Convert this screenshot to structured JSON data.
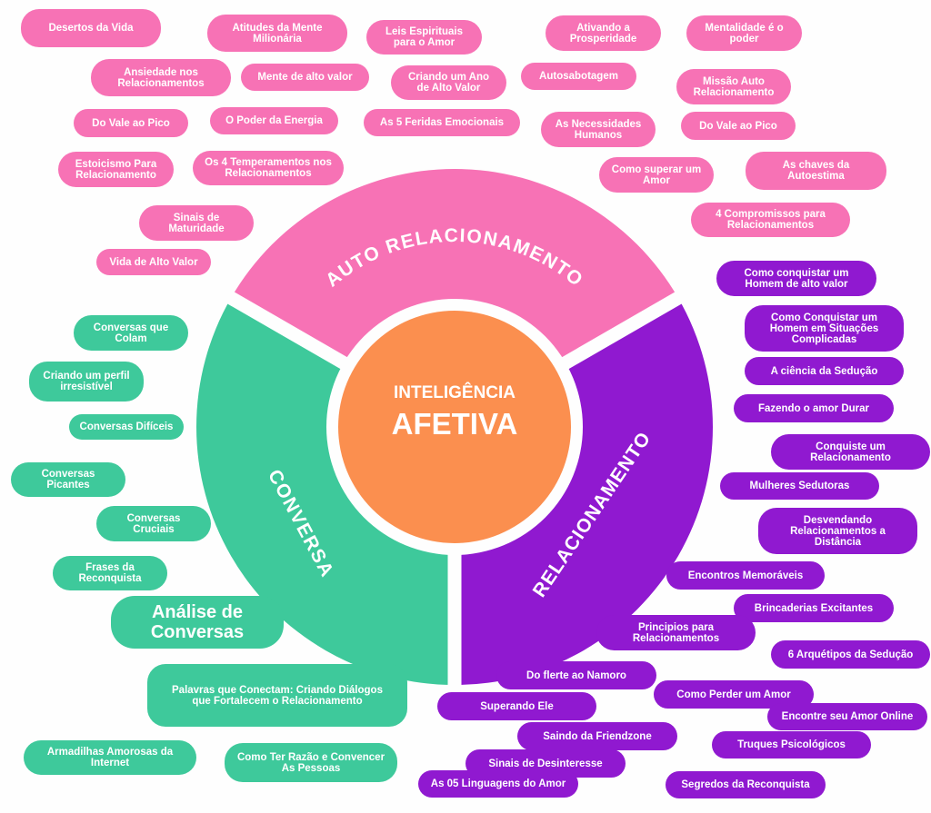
{
  "center": {
    "line1": "INTELIGÊNCIA",
    "line2": "AFETIVA"
  },
  "colors": {
    "pink": "#f772b5",
    "teal": "#3ec99b",
    "purple": "#9019d0",
    "orange": "#fb8f4f"
  },
  "sections": [
    {
      "label": "AUTO RELACIONAMENTO",
      "color": "pink",
      "items": [
        "Desertos da Vida",
        "Atitudes da Mente\nMilionária",
        "Leis Espirituais\npara o Amor",
        "Ativando a\nProsperidade",
        "Mentalidade é o\npoder",
        "Ansiedade nos\nRelacionamentos",
        "Mente de alto valor",
        "Criando um Ano\nde Alto Valor",
        "Autosabotagem",
        "Missão Auto\nRelacionamento",
        "Do Vale ao Pico",
        "O Poder da Energia",
        "As 5 Feridas Emocionais",
        "As Necessidades\nHumanos",
        "Do Vale ao Pico",
        "Estoicismo Para\nRelacionamento",
        "Os 4 Temperamentos nos\nRelacionamentos",
        "Como superar um\nAmor",
        "As chaves da\nAutoestima",
        "Sinais de\nMaturidade",
        "4 Compromissos para\nRelacionamentos",
        "Vida de Alto Valor"
      ]
    },
    {
      "label": "CONVERSA",
      "color": "teal",
      "items": [
        "Conversas que\nColam",
        "Criando um perfil\nirresistível",
        "Conversas Difíceis",
        "Conversas\nPicantes",
        "Conversas\nCruciais",
        "Frases da\nReconquista",
        "Análise de\nConversas",
        "Palavras que Conectam: Criando Diálogos\nque Fortalecem o Relacionamento",
        "Armadilhas Amorosas da\nInternet",
        "Como Ter Razão e Convencer\nAs Pessoas"
      ]
    },
    {
      "label": "RELACIONAMENTO",
      "color": "purple",
      "items": [
        "Como conquistar um\nHomem de alto valor",
        "Como Conquistar um\nHomem em Situações\nComplicadas",
        "A ciência da Sedução",
        "Fazendo o amor Durar",
        "Conquiste um\nRelacionamento",
        "Mulheres Sedutoras",
        "Desvendando\nRelacionamentos a\nDistância",
        "Encontros Memoráveis",
        "Brincaderias Excitantes",
        "Principios para\nRelacionamentos",
        "6 Arquétipos da Sedução",
        "Do flerte ao Namoro",
        "Como Perder um Amor",
        "Superando Ele",
        "Encontre seu Amor Online",
        "Saindo da Friendzone",
        "Truques Psicológicos",
        "Sinais de Desinteresse",
        "As 05 Linguagens do Amor",
        "Segredos da Reconquista"
      ]
    }
  ]
}
